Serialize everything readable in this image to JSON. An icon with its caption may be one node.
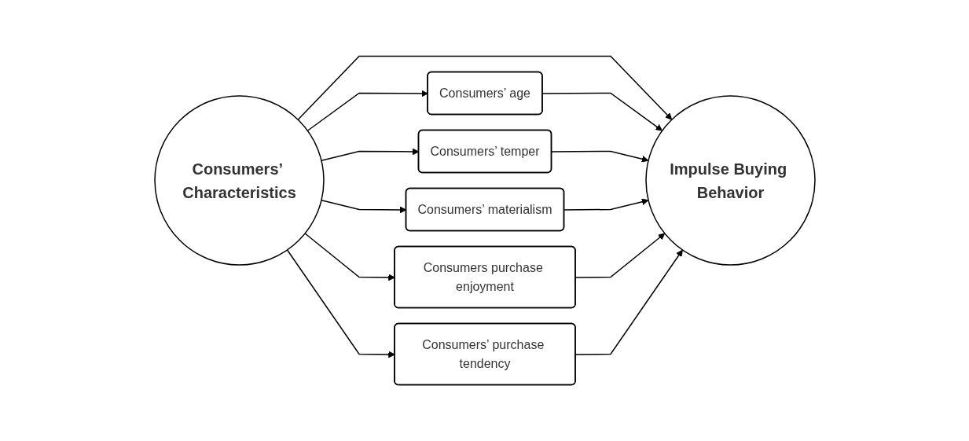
{
  "diagram": {
    "nodes": [
      {
        "text": [
          "Consumers’ Characteristics"
        ]
      },
      {
        "text": [
          "Consumers’ age"
        ]
      },
      {
        "text": [
          "Consumers’ temper"
        ]
      },
      {
        "text": [
          "Consumers’ materialism"
        ]
      },
      {
        "text": [
          "Consumers purchase enjoyment"
        ]
      },
      {
        "text": [
          "Consumers’ purchase tendency"
        ]
      },
      {
        "text": [
          "Impulse Buying Behavior"
        ]
      }
    ],
    "edges": [
      {
        "from": 0,
        "to": 6,
        "arrow": "to"
      },
      {
        "from": 0,
        "to": 1,
        "arrow": "to"
      },
      {
        "from": 0,
        "to": 2,
        "arrow": "to"
      },
      {
        "from": 0,
        "to": 3,
        "arrow": "to"
      },
      {
        "from": 0,
        "to": 4,
        "arrow": "to"
      },
      {
        "from": 0,
        "to": 5,
        "arrow": "to"
      },
      {
        "from": 1,
        "to": 6,
        "arrow": "to"
      },
      {
        "from": 2,
        "to": 6,
        "arrow": "to"
      },
      {
        "from": 3,
        "to": 6,
        "arrow": "to"
      },
      {
        "from": 4,
        "to": 6,
        "arrow": "to"
      },
      {
        "from": 5,
        "to": 6,
        "arrow": "to"
      }
    ]
  }
}
